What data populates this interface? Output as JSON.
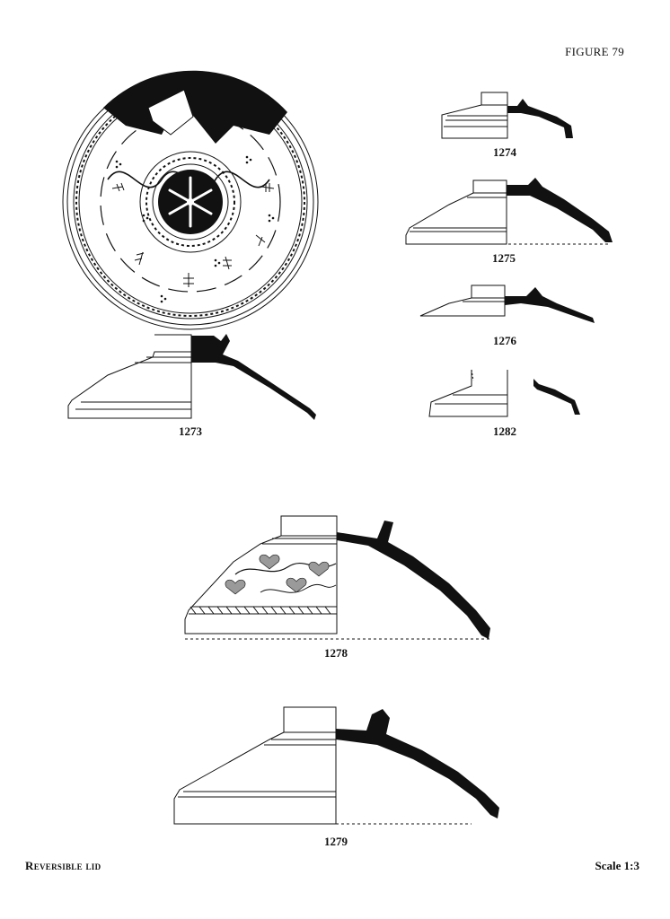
{
  "figure_label": "FIGURE 79",
  "catalog_numbers": {
    "n1273": "1273",
    "n1274": "1274",
    "n1275": "1275",
    "n1276": "1276",
    "n1282": "1282",
    "n1278": "1278",
    "n1279": "1279"
  },
  "caption": "Reversible lid",
  "scale": "Scale 1:3",
  "colors": {
    "ink": "#111111",
    "paint": "#111111",
    "wash": "#9a9a9a",
    "paper": "#ffffff"
  }
}
